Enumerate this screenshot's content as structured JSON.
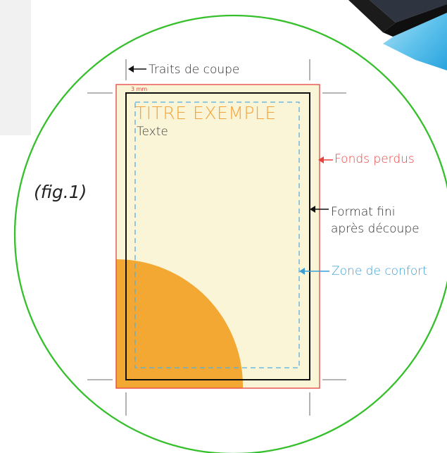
{
  "labels": {
    "crop_marks": "Traits de coupe",
    "bleed": "Fonds perdus",
    "finished_format_line1": "Format fini",
    "finished_format_line2": "après découpe",
    "safe_zone": "Zone de confort",
    "margin_size": "3 mm"
  },
  "card": {
    "title": "TITRE EXEMPLE",
    "body_text": "Texte"
  },
  "figure_label": "(fig.1)",
  "colors": {
    "bleed": "#e8423d",
    "safe_zone": "#3a9ed5",
    "card_background": "#fbf5d8",
    "accent_orange": "#f2a833",
    "title_orange": "#f3a339",
    "outline_green": "#35c02b",
    "trim_black": "#111111",
    "crop_mark_grey": "#8a8a8a"
  }
}
